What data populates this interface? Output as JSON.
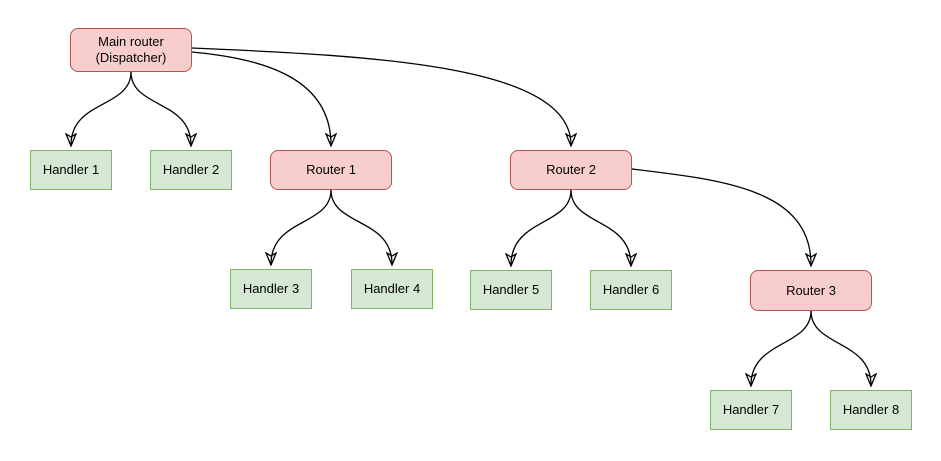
{
  "diagram": {
    "type": "flow-diagram",
    "nodes": [
      {
        "id": "main",
        "label": "Main router\n(Dispatcher)",
        "kind": "router"
      },
      {
        "id": "handler1",
        "label": "Handler 1",
        "kind": "handler"
      },
      {
        "id": "handler2",
        "label": "Handler 2",
        "kind": "handler"
      },
      {
        "id": "router1",
        "label": "Router 1",
        "kind": "router"
      },
      {
        "id": "router2",
        "label": "Router 2",
        "kind": "router"
      },
      {
        "id": "handler3",
        "label": "Handler 3",
        "kind": "handler"
      },
      {
        "id": "handler4",
        "label": "Handler 4",
        "kind": "handler"
      },
      {
        "id": "handler5",
        "label": "Handler 5",
        "kind": "handler"
      },
      {
        "id": "handler6",
        "label": "Handler 6",
        "kind": "handler"
      },
      {
        "id": "router3",
        "label": "Router 3",
        "kind": "router"
      },
      {
        "id": "handler7",
        "label": "Handler 7",
        "kind": "handler"
      },
      {
        "id": "handler8",
        "label": "Handler 8",
        "kind": "handler"
      }
    ],
    "edges": [
      {
        "from": "main",
        "to": "handler1"
      },
      {
        "from": "main",
        "to": "handler2"
      },
      {
        "from": "main",
        "to": "router1"
      },
      {
        "from": "main",
        "to": "router2"
      },
      {
        "from": "router1",
        "to": "handler3"
      },
      {
        "from": "router1",
        "to": "handler4"
      },
      {
        "from": "router2",
        "to": "handler5"
      },
      {
        "from": "router2",
        "to": "handler6"
      },
      {
        "from": "router2",
        "to": "router3"
      },
      {
        "from": "router3",
        "to": "handler7"
      },
      {
        "from": "router3",
        "to": "handler8"
      }
    ]
  },
  "colors": {
    "router-fill": "#f8cecc",
    "router-border": "#b85450",
    "handler-fill": "#d5e8d4",
    "handler-border": "#82b366",
    "edge": "#000000",
    "canvas-bg": "#ffffff"
  }
}
